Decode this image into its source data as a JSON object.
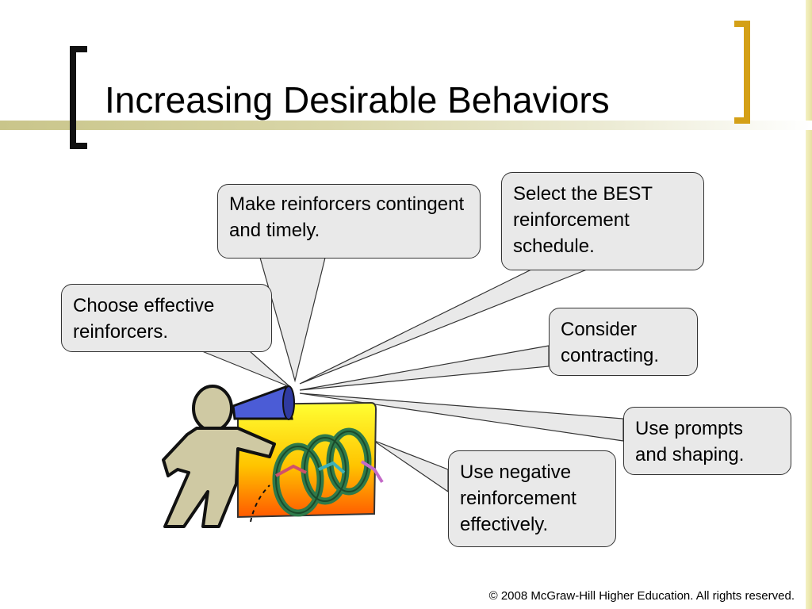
{
  "slide": {
    "title": "Increasing Desirable Behaviors",
    "footer": "© 2008 McGraw-Hill Higher Education. All rights reserved."
  },
  "callouts": {
    "reinforcers_contingent": "Make reinforcers contingent and timely.",
    "best_schedule": "Select the BEST reinforcement schedule.",
    "effective_reinforcers": "Choose effective reinforcers.",
    "contracting": "Consider contracting.",
    "prompts_shaping": "Use prompts and shaping.",
    "negative_reinforcement": "Use negative reinforcement effectively."
  },
  "colors": {
    "bracket": "#d4a017",
    "title_bar": "#c9c58a",
    "callout_fill": "#e9e9e9"
  },
  "icons": [
    "bracket-left-icon",
    "bracket-right-icon",
    "megaphone-person-clipart-icon"
  ]
}
